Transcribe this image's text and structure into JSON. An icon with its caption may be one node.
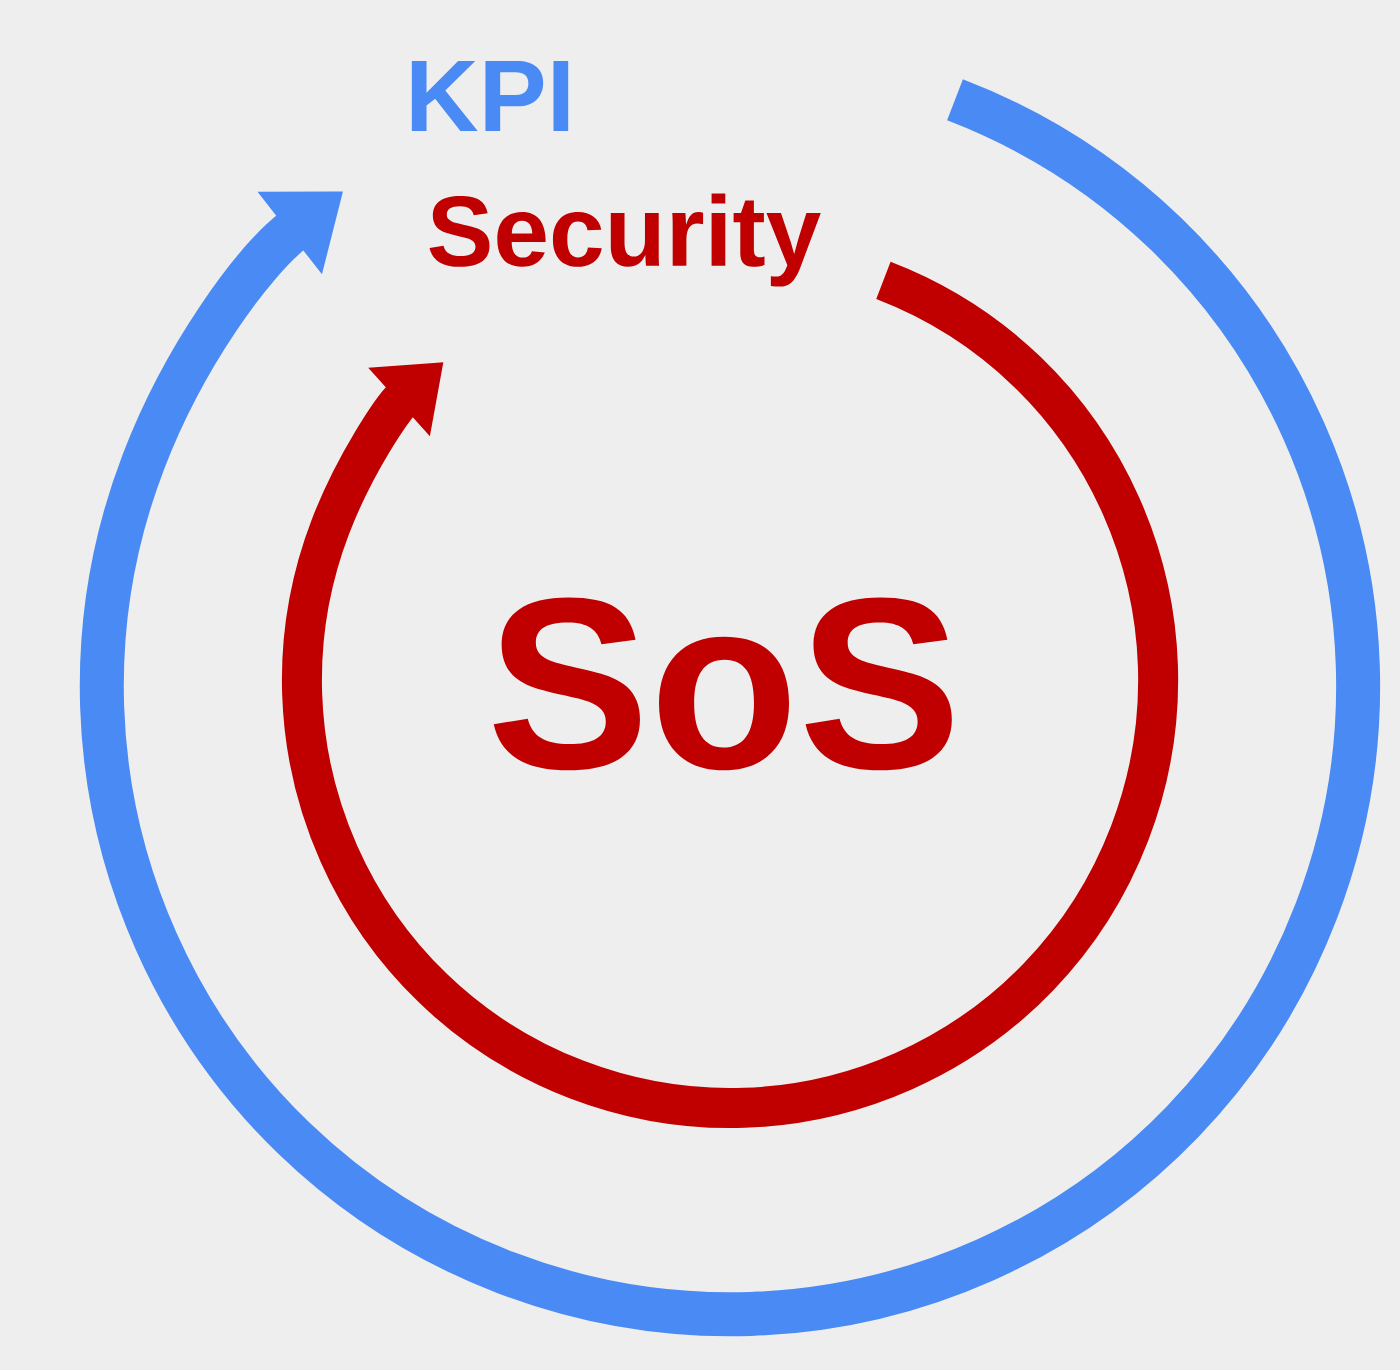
{
  "diagram": {
    "labels": [
      "KPI",
      "Security",
      "SoS"
    ]
  }
}
